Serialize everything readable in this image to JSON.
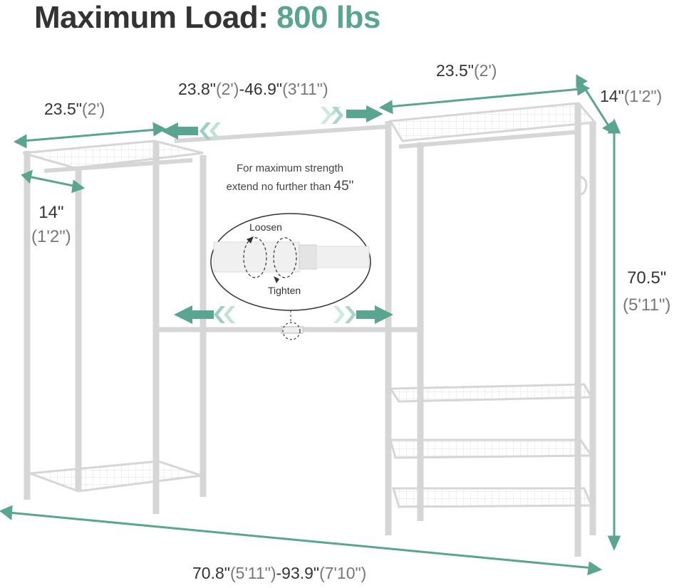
{
  "title": {
    "prefix": "Maximum Load:",
    "value": "800 lbs"
  },
  "dimensions": {
    "left_width": {
      "main": "23.5\"",
      "sub": "(2')"
    },
    "rod_extension": {
      "main_a": "23.8\"",
      "sub_a": "(2')",
      "dash": "-",
      "main_b": "46.9\"",
      "sub_b": "(3'11\")"
    },
    "right_width": {
      "main": "23.5\"",
      "sub": "(2')"
    },
    "right_depth": {
      "main": "14\"",
      "sub": "(1'2\")"
    },
    "left_depth": {
      "main": "14\"",
      "sub": "(1'2\")"
    },
    "height": {
      "main": "70.5\"",
      "sub": "(5'11\")"
    },
    "total_width": {
      "main_a": "70.8\"",
      "sub_a": "(5'11\")",
      "dash": "-",
      "main_b": "93.9\"",
      "sub_b": "(7'10\")"
    }
  },
  "note": {
    "line1": "For maximum strength",
    "line2": "extend no further than",
    "limit": "45\""
  },
  "zoom": {
    "loosen": "Loosen",
    "tighten": "Tighten"
  },
  "colors": {
    "accent": "#5aa58f",
    "text": "#333333",
    "sub_text": "#777777",
    "frame": "#d8d8d8"
  }
}
